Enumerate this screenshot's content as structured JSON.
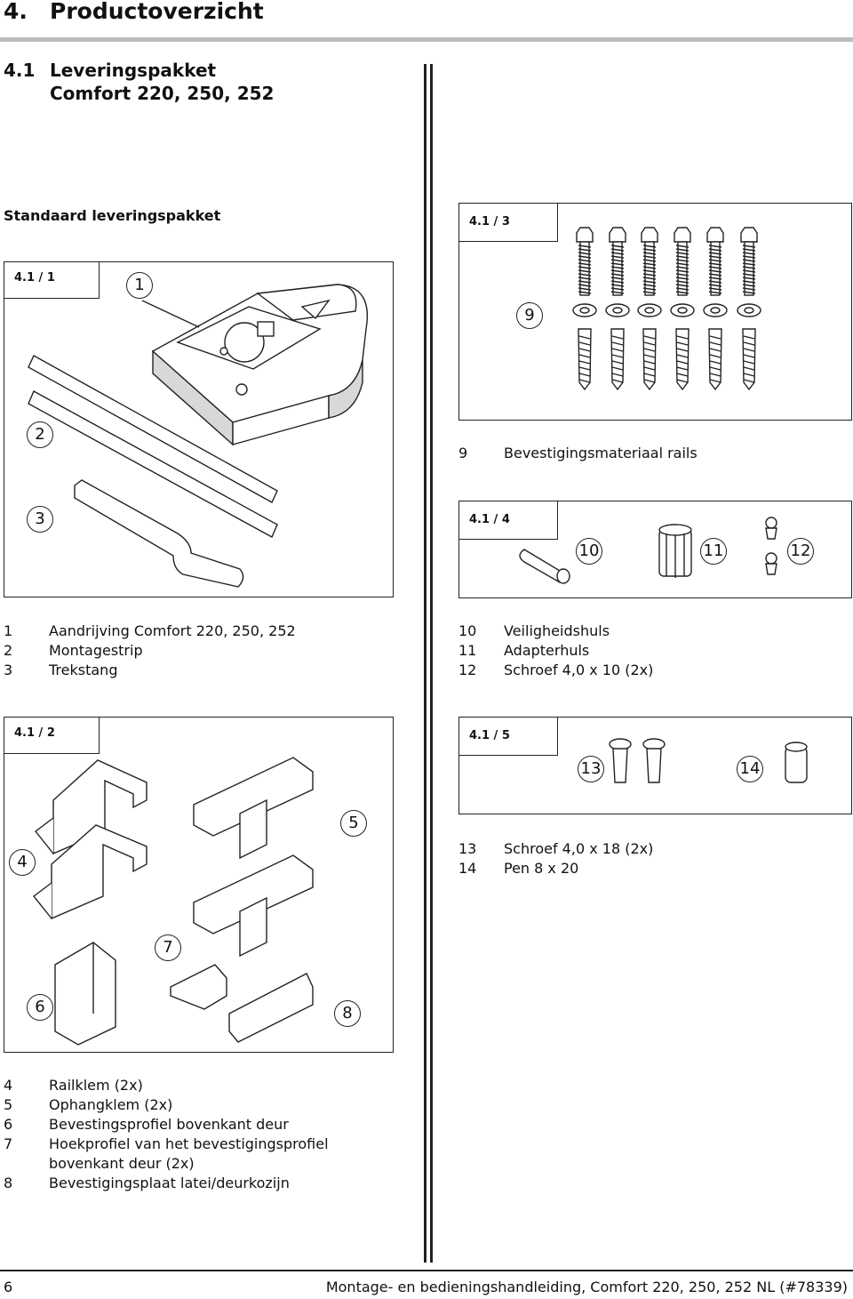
{
  "header": {
    "section_number": "4.",
    "section_title": "Productoverzicht",
    "subsection_number": "4.1",
    "subsection_title_line1": "Leveringspakket",
    "subsection_title_line2": "Comfort 220, 250, 252",
    "subheading": "Standaard leveringspakket"
  },
  "figures": {
    "fig1": {
      "tag": "4.1 / 1",
      "callouts": [
        "1",
        "2",
        "3"
      ]
    },
    "fig2": {
      "tag": "4.1 / 2",
      "callouts": [
        "4",
        "5",
        "6",
        "7",
        "8"
      ]
    },
    "fig3": {
      "tag": "4.1 / 3",
      "callouts": [
        "9"
      ]
    },
    "fig4": {
      "tag": "4.1 / 4",
      "callouts": [
        "10",
        "11",
        "12"
      ]
    },
    "fig5": {
      "tag": "4.1 / 5",
      "callouts": [
        "13",
        "14"
      ]
    }
  },
  "legends": {
    "fig1": [
      {
        "num": "1",
        "text": "Aandrijving Comfort 220, 250, 252"
      },
      {
        "num": "2",
        "text": "Montagestrip"
      },
      {
        "num": "3",
        "text": "Trekstang"
      }
    ],
    "fig2": [
      {
        "num": "4",
        "text": "Railklem (2x)"
      },
      {
        "num": "5",
        "text": "Ophangklem (2x)"
      },
      {
        "num": "6",
        "text": "Bevestingsprofiel bovenkant deur"
      },
      {
        "num": "7",
        "text": "Hoekprofiel van het bevestigingsprofiel"
      },
      {
        "num": "",
        "text": "bovenkant deur (2x)"
      },
      {
        "num": "8",
        "text": "Bevestigingsplaat latei/deurkozijn"
      }
    ],
    "fig3": [
      {
        "num": "9",
        "text": "Bevestigingsmateriaal rails"
      }
    ],
    "fig4": [
      {
        "num": "10",
        "text": "Veiligheidshuls"
      },
      {
        "num": "11",
        "text": "Adapterhuls"
      },
      {
        "num": "12",
        "text": "Schroef 4,0 x 10 (2x)"
      }
    ],
    "fig5": [
      {
        "num": "13",
        "text": "Schroef 4,0 x 18 (2x)"
      },
      {
        "num": "14",
        "text": "Pen 8 x 20"
      }
    ]
  },
  "footer": {
    "page_number": "6",
    "document_title": "Montage- en bedieningshandleiding, Comfort 220, 250, 252 NL (#78339)"
  }
}
